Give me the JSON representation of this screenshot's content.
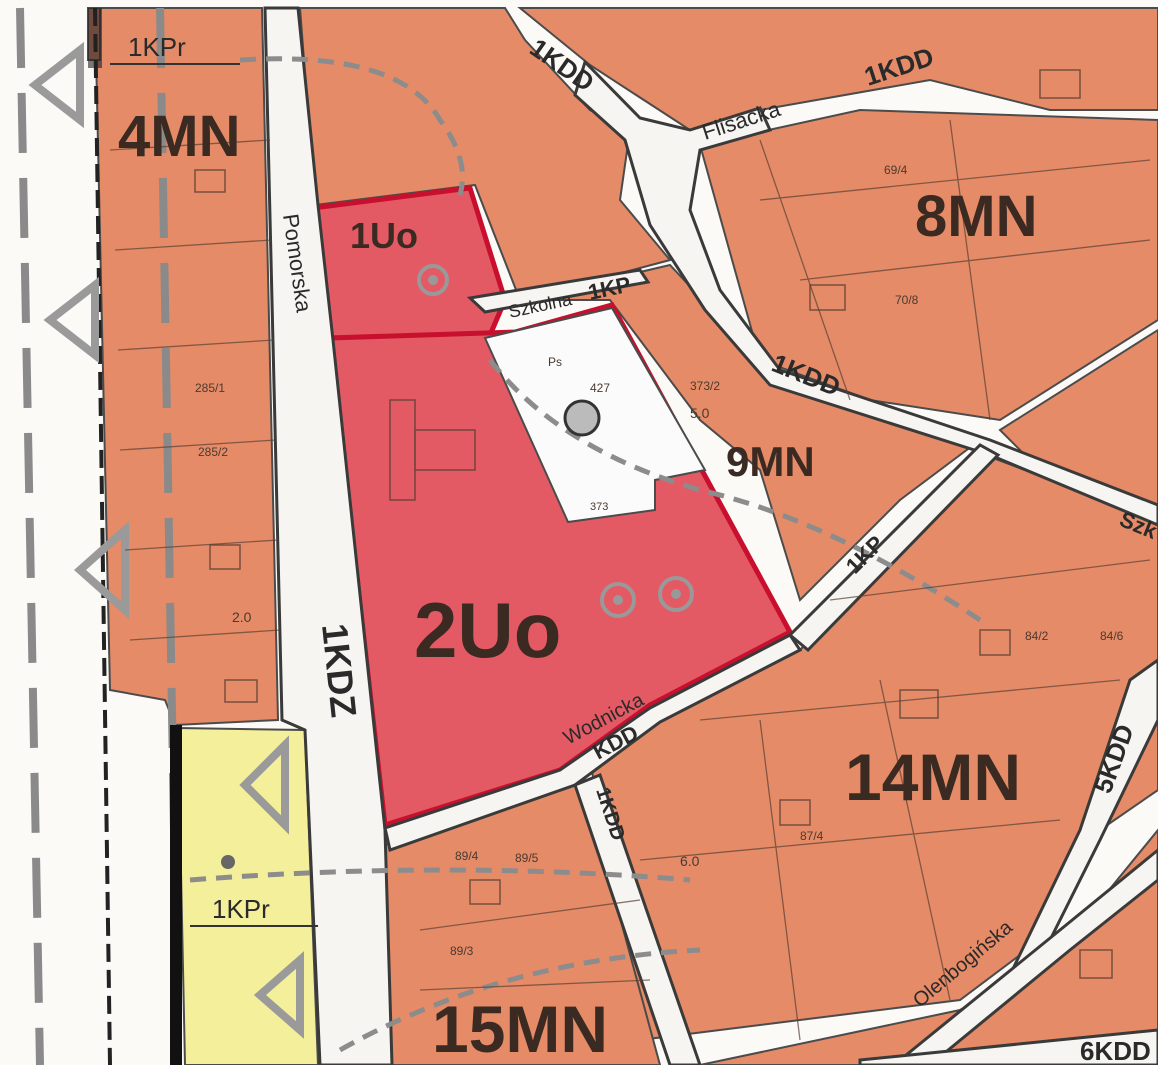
{
  "map": {
    "zones": {
      "z4mn": "4MN",
      "z8mn": "8MN",
      "z9mn": "9MN",
      "z14mn": "14MN",
      "z15mn": "15MN",
      "z1uo": "1Uo",
      "z2uo": "2Uo",
      "kpr_top": "1KPr",
      "kpr_bottom": "1KPr"
    },
    "roads": {
      "pomorska": "Pomorska",
      "kdz": "1KDZ",
      "kdd_top": "1KDD",
      "kdd_top2": "1KDD",
      "kdd_mid": "1KDD",
      "flisacka": "Flisacka",
      "szkolna": "Szkolna",
      "kp_szkolna": "1KP",
      "kp_mid": "1KP",
      "wodnicka": "Wodnicka",
      "kdd_wod": "KDD",
      "kdd_vertical": "1KDD",
      "kdd_right": "5KDD",
      "kdd_bottom_right": "6KDD",
      "szk_right": "Szk",
      "jaworska": "Olenbogińska"
    },
    "small_labels": {
      "ps": "Ps",
      "h_427": "427",
      "h_373": "373",
      "p_285_1": "285/1",
      "p_285_2": "285/2",
      "p_69_4": "69/4",
      "p_70_8": "70/8",
      "p_84_2": "84/2",
      "p_84_6": "84/6",
      "p_87_4": "87/4",
      "p_89_4": "89/4",
      "p_89_5": "89/5",
      "p_89_3": "89/3",
      "p_373_2": "373/2",
      "v_50": "5.0",
      "v_20": "2.0",
      "v_60": "6.0"
    },
    "colors": {
      "residential": "#e58b67",
      "service": "#e35a64",
      "service_border": "#c8102e",
      "green": "#f3ef9a",
      "road": "#f6f5f1",
      "line": "#4b4b4b"
    }
  }
}
